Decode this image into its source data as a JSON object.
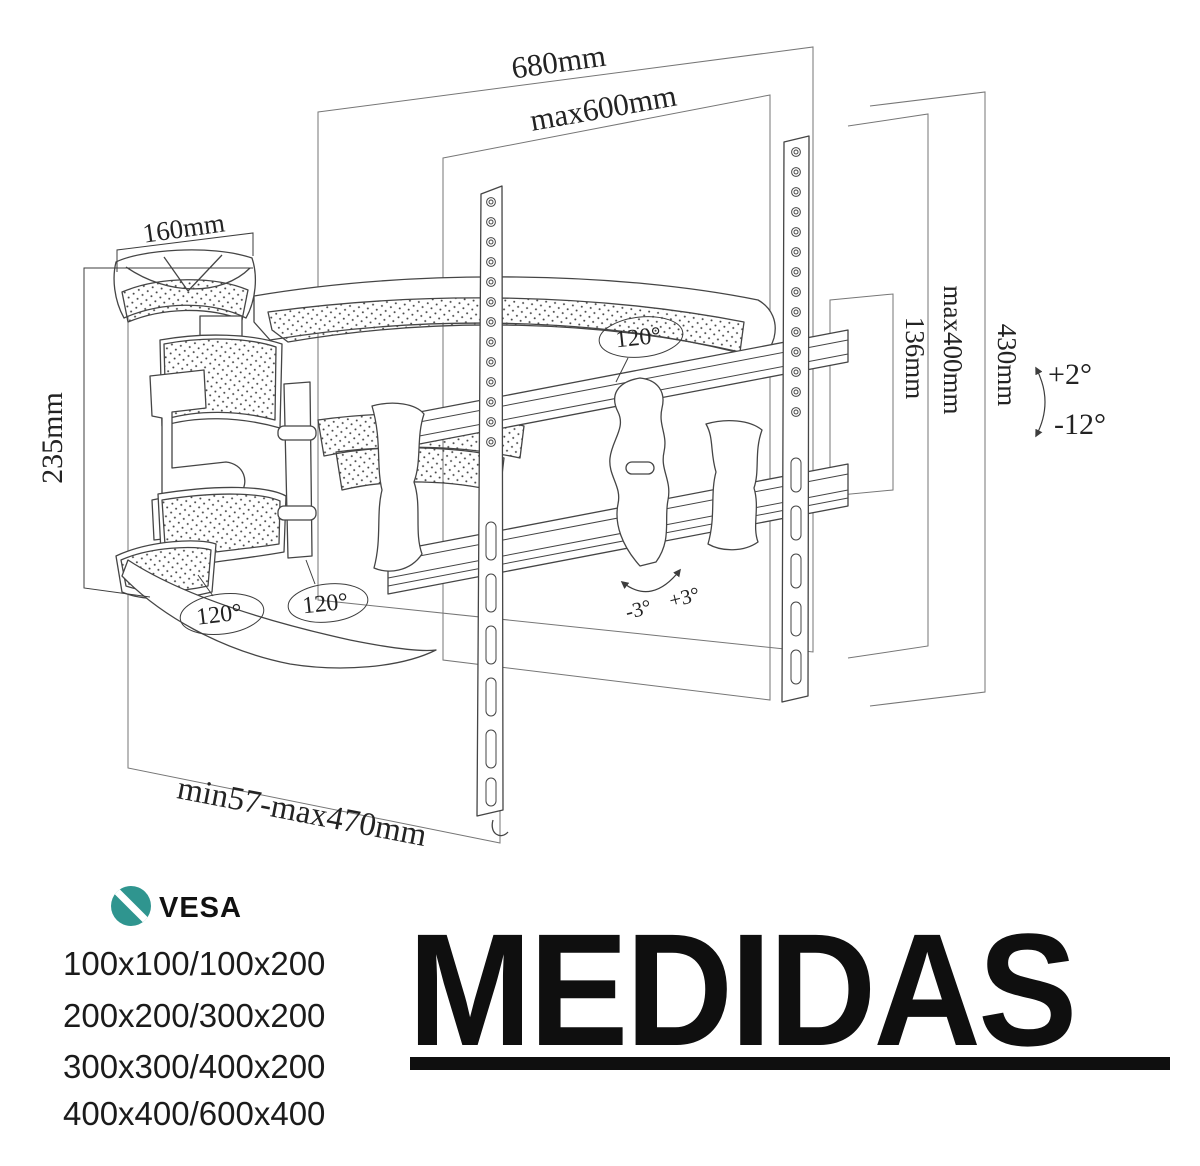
{
  "diagram": {
    "labels": {
      "width_total": "680mm",
      "width_max_vesa": "max600mm",
      "wall_plate_width": "160mm",
      "wall_plate_height": "235mm",
      "bracket_height": "136mm",
      "vesa_height_max": "max400mm",
      "rail_height": "430mm",
      "extension_range": "min57-max470mm",
      "swivel_angle": "120°",
      "tilt_up": "+2°",
      "tilt_down": "-12°",
      "level_left": "-3°",
      "level_right": "+3°"
    }
  },
  "footer": {
    "vesa_logo_label": "VESA",
    "vesa_sizes": [
      "100x100/100x200",
      "200x200/300x200",
      "300x300/400x200",
      "400x400/600x400"
    ],
    "title": "MEDIDAS"
  },
  "colors": {
    "vesa_teal": "#2f958f",
    "ink": "#1c1c1c",
    "line": "#4a4a4a"
  }
}
